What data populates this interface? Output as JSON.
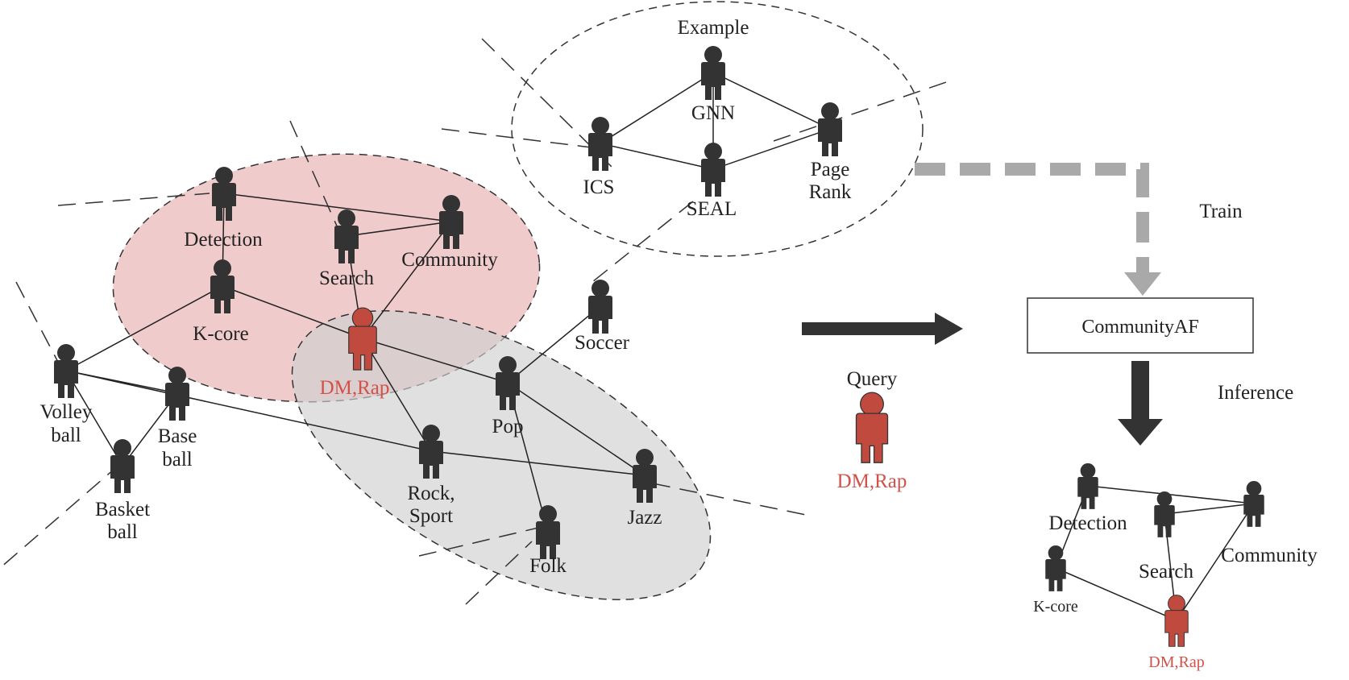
{
  "colors": {
    "node": "#333333",
    "query_node": "#c14a3e",
    "red_label": "#d2524a",
    "pink_community": "#e9b5b5",
    "gray_community": "#d9d9d9",
    "train_arrow": "#a9a9a9",
    "main_arrow": "#333333"
  },
  "graph": {
    "node_labels": {
      "example": "Example",
      "gnn": "GNN",
      "ics": "ICS",
      "seal": "SEAL",
      "pagerank_1": "Page",
      "pagerank_2": "Rank",
      "detection": "Detection",
      "search": "Search",
      "community": "Community",
      "kcore": "K-core",
      "dmrap": "DM,Rap",
      "soccer": "Soccer",
      "pop": "Pop",
      "volleyball_1": "Volley",
      "volleyball_2": "ball",
      "baseball_1": "Base",
      "baseball_2": "ball",
      "basketball_1": "Basket",
      "basketball_2": "ball",
      "rocksport_1": "Rock,",
      "rocksport_2": "Sport",
      "jazz": "Jazz",
      "folk": "Folk"
    }
  },
  "pipeline": {
    "query_label": "Query",
    "query_attr": "DM,Rap",
    "train_label": "Train",
    "model_box": "CommunityAF",
    "inference_label": "Inference"
  },
  "result": {
    "detection": "Detection",
    "search": "Search",
    "community": "Community",
    "kcore": "K-core",
    "dmrap": "DM,Rap"
  }
}
